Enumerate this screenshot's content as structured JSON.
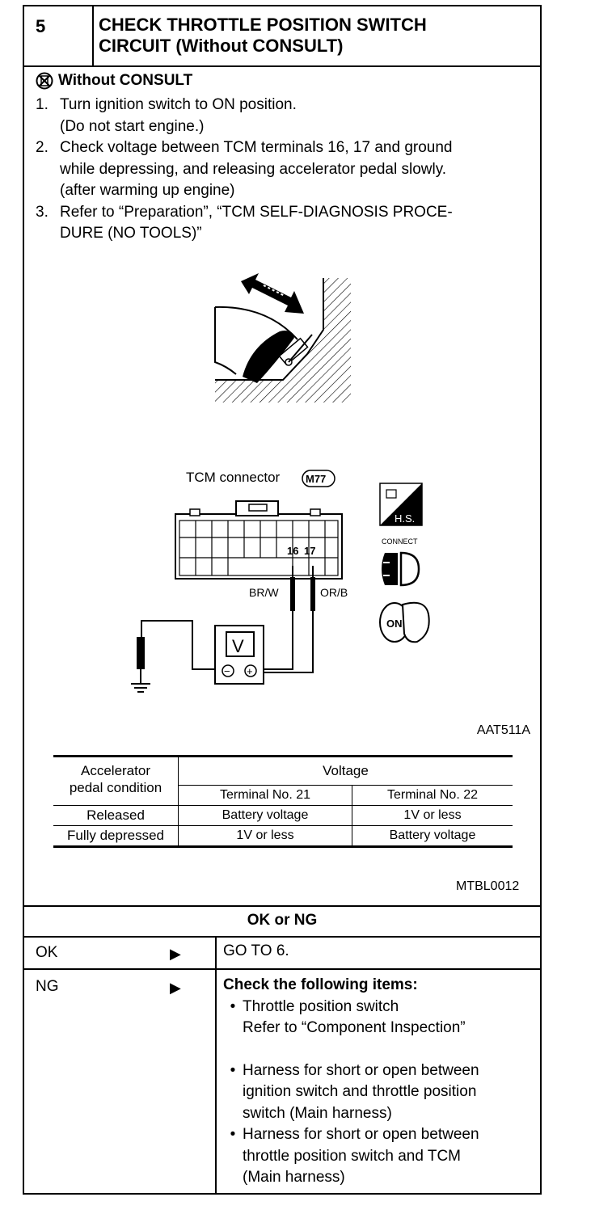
{
  "header": {
    "step_number": "5",
    "title_line1": "CHECK THROTTLE POSITION SWITCH",
    "title_line2": "CIRCUIT (Without CONSULT)"
  },
  "mode_label": "Without CONSULT",
  "steps": [
    {
      "num": "1.",
      "lines": [
        "Turn ignition switch to ON position.",
        "(Do not start engine.)"
      ]
    },
    {
      "num": "2.",
      "lines": [
        "Check voltage between TCM terminals 16, 17 and ground",
        "while depressing, and releasing accelerator pedal slowly.",
        "(after warming up engine)"
      ]
    },
    {
      "num": "3.",
      "lines": [
        "Refer to “Preparation”, “TCM SELF-DIAGNOSIS PROCE-",
        "DURE (NO TOOLS)”"
      ]
    }
  ],
  "figure": {
    "connector_label": "TCM connector",
    "connector_id": "M77",
    "terminal_a": "16",
    "terminal_b": "17",
    "wire_a": "BR/W",
    "wire_b": "OR/B",
    "meter_label": "V",
    "meter_minus": "−",
    "meter_plus": "+",
    "hs_label": "H.S.",
    "connect_label": "CONNECT",
    "on_label": "ON",
    "figure_code": "AAT511A"
  },
  "table": {
    "col1_header_line1": "Accelerator",
    "col1_header_line2": "pedal condition",
    "voltage_header": "Voltage",
    "sub_headers": [
      "Terminal No. 21",
      "Terminal No. 22"
    ],
    "rows": [
      {
        "condition": "Released",
        "t21": "Battery voltage",
        "t22": "1V or less"
      },
      {
        "condition": "Fully depressed",
        "t21": "1V or less",
        "t22": "Battery voltage"
      }
    ],
    "table_code": "MTBL0012"
  },
  "result": {
    "title": "OK or NG",
    "ok_label": "OK",
    "ok_text": "GO TO 6.",
    "ng_label": "NG",
    "ng_head": "Check the following items:",
    "ng_items": [
      [
        "Throttle position switch",
        "Refer to “Component Inspection”"
      ],
      [
        "Harness for short or open between",
        "ignition switch and throttle position",
        "switch (Main harness)"
      ],
      [
        "Harness for short or open between",
        "throttle position switch and TCM",
        "(Main harness)"
      ]
    ],
    "arrow": "▶",
    "bullet": "•"
  }
}
